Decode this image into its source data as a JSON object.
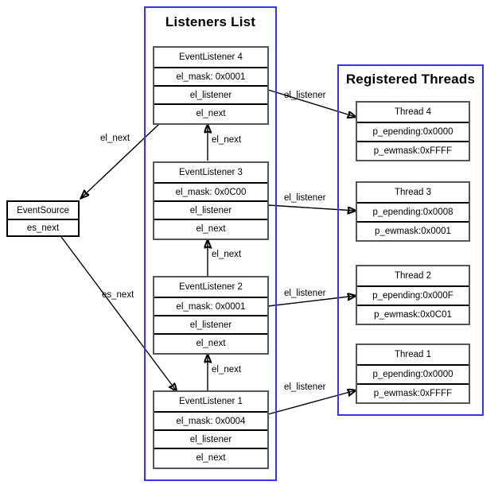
{
  "panels": {
    "listeners": {
      "title": "Listeners List"
    },
    "threads": {
      "title": "Registered Threads"
    }
  },
  "event_source": {
    "title": "EventSource",
    "fields": [
      "es_next"
    ]
  },
  "listeners": [
    {
      "title": "EventListener 4",
      "mask": "el_mask: 0x0001",
      "listener": "el_listener",
      "next": "el_next"
    },
    {
      "title": "EventListener 3",
      "mask": "el_mask: 0x0C00",
      "listener": "el_listener",
      "next": "el_next"
    },
    {
      "title": "EventListener 2",
      "mask": "el_mask: 0x0001",
      "listener": "el_listener",
      "next": "el_next"
    },
    {
      "title": "EventListener 1",
      "mask": "el_mask: 0x0004",
      "listener": "el_listener",
      "next": "el_next"
    }
  ],
  "threads": [
    {
      "title": "Thread 4",
      "epending": "p_epending:0x0000",
      "ewmask": "p_ewmask:0xFFFF"
    },
    {
      "title": "Thread 3",
      "epending": "p_epending:0x0008",
      "ewmask": "p_ewmask:0x0001"
    },
    {
      "title": "Thread 2",
      "epending": "p_epending:0x000F",
      "ewmask": "p_ewmask:0x0C01"
    },
    {
      "title": "Thread 1",
      "epending": "p_epending:0x0000",
      "ewmask": "p_ewmask:0xFFFF"
    }
  ],
  "edge_labels": {
    "es_to_el4": "el_next",
    "es_to_el1": "es_next",
    "el3_to_el4": "el_next",
    "el2_to_el3": "el_next",
    "el1_to_el2": "el_next",
    "el4_to_t4": "el_listener",
    "el3_to_t3": "el_listener",
    "el2_to_t2": "el_listener",
    "el1_to_t1": "el_listener"
  },
  "colors": {
    "panel_border": "#3333ff",
    "box_border": "#555555",
    "row_divider": "#000000",
    "background": "#ffffff",
    "text": "#000000"
  }
}
